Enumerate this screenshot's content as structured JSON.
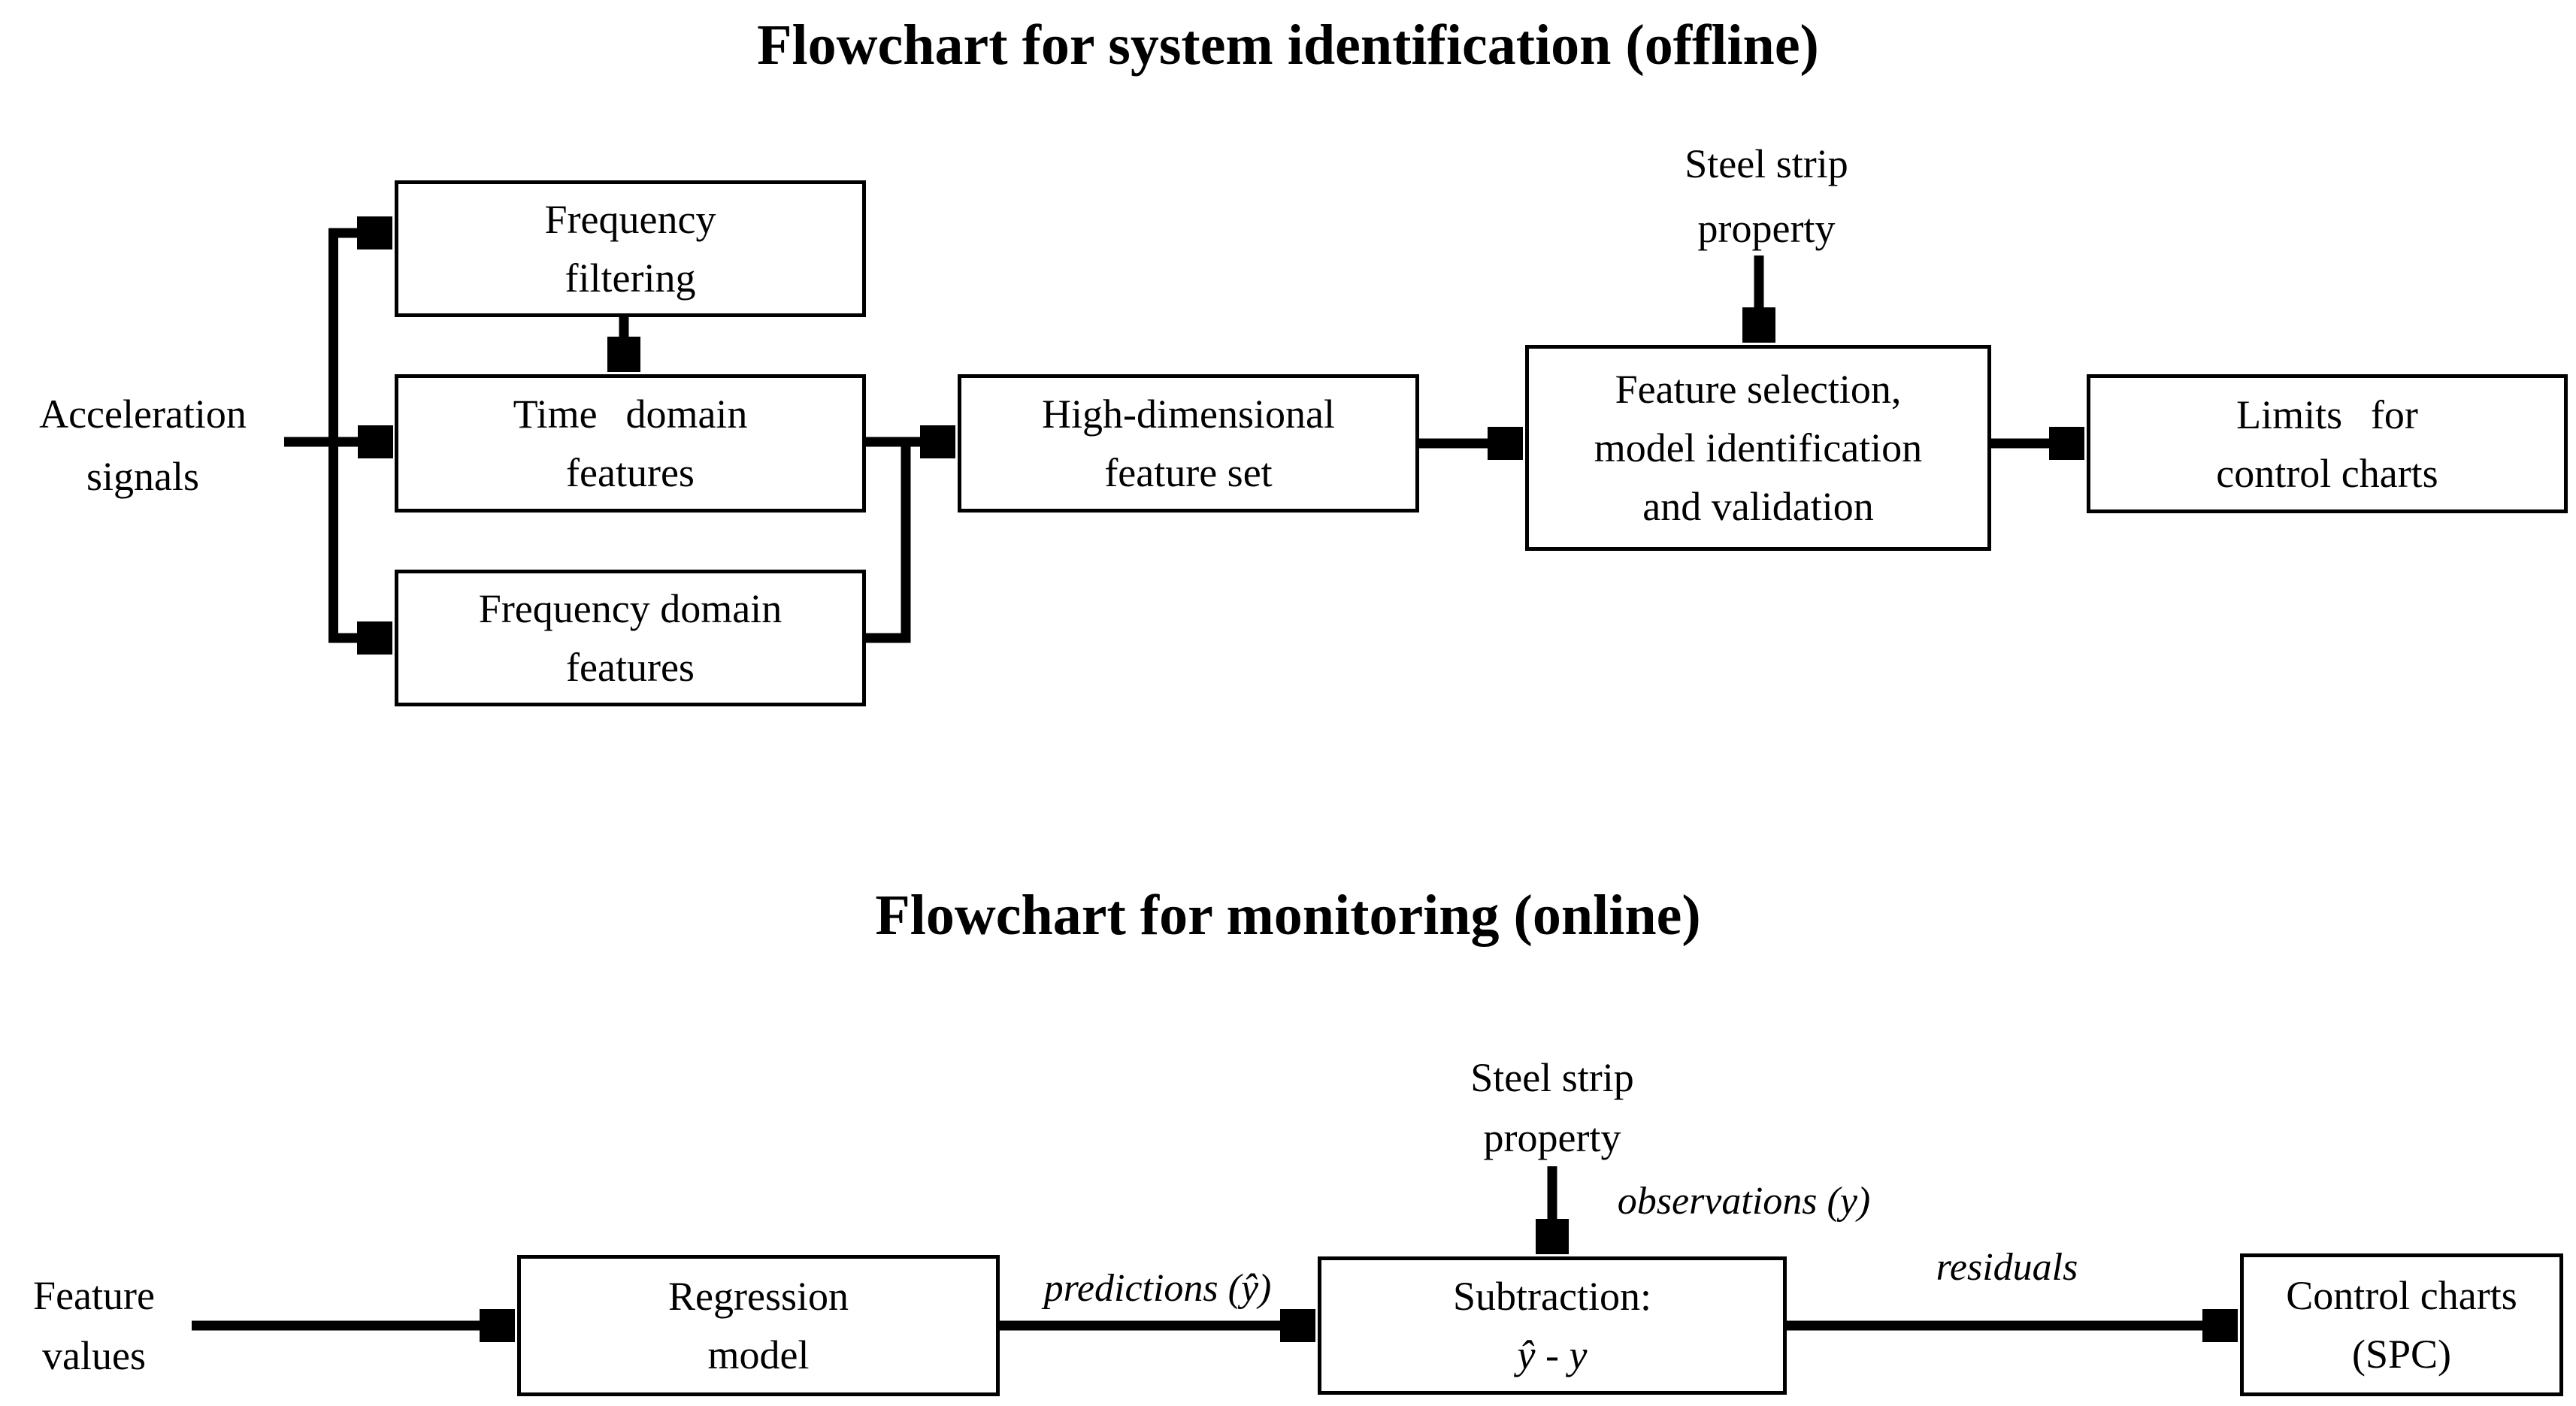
{
  "colors": {
    "ink": "#000000",
    "background": "#ffffff"
  },
  "offline": {
    "title": "Flowchart for system identification (offline)",
    "source_label": {
      "lines": [
        "Acceleration",
        "signals"
      ]
    },
    "input_label": {
      "lines": [
        "Steel strip",
        "property"
      ]
    },
    "boxes": {
      "frequency_filtering": {
        "lines": [
          "Frequency",
          "filtering"
        ]
      },
      "time_domain": {
        "lines": [
          "Time domain",
          "features"
        ]
      },
      "frequency_domain": {
        "lines": [
          "Frequency domain",
          "features"
        ]
      },
      "high_dimensional": {
        "lines": [
          "High-dimensional",
          "feature set"
        ]
      },
      "feature_selection": {
        "lines": [
          "Feature selection,",
          "model identification",
          "and validation"
        ]
      },
      "limits": {
        "lines": [
          "Limits for",
          "control charts"
        ]
      }
    }
  },
  "online": {
    "title": "Flowchart for monitoring (online)",
    "source_label": {
      "lines": [
        "Feature",
        "values"
      ]
    },
    "input_label": {
      "lines": [
        "Steel strip",
        "property"
      ]
    },
    "boxes": {
      "regression": {
        "lines": [
          "Regression",
          "model"
        ]
      },
      "subtraction": {
        "lines": [
          "Subtraction:",
          "ŷ - y"
        ]
      },
      "control_charts": {
        "lines": [
          "Control charts",
          "(SPC)"
        ]
      }
    },
    "edge_labels": {
      "predictions": "predictions (ŷ)",
      "observations": "observations (y)",
      "residuals": "residuals"
    }
  }
}
